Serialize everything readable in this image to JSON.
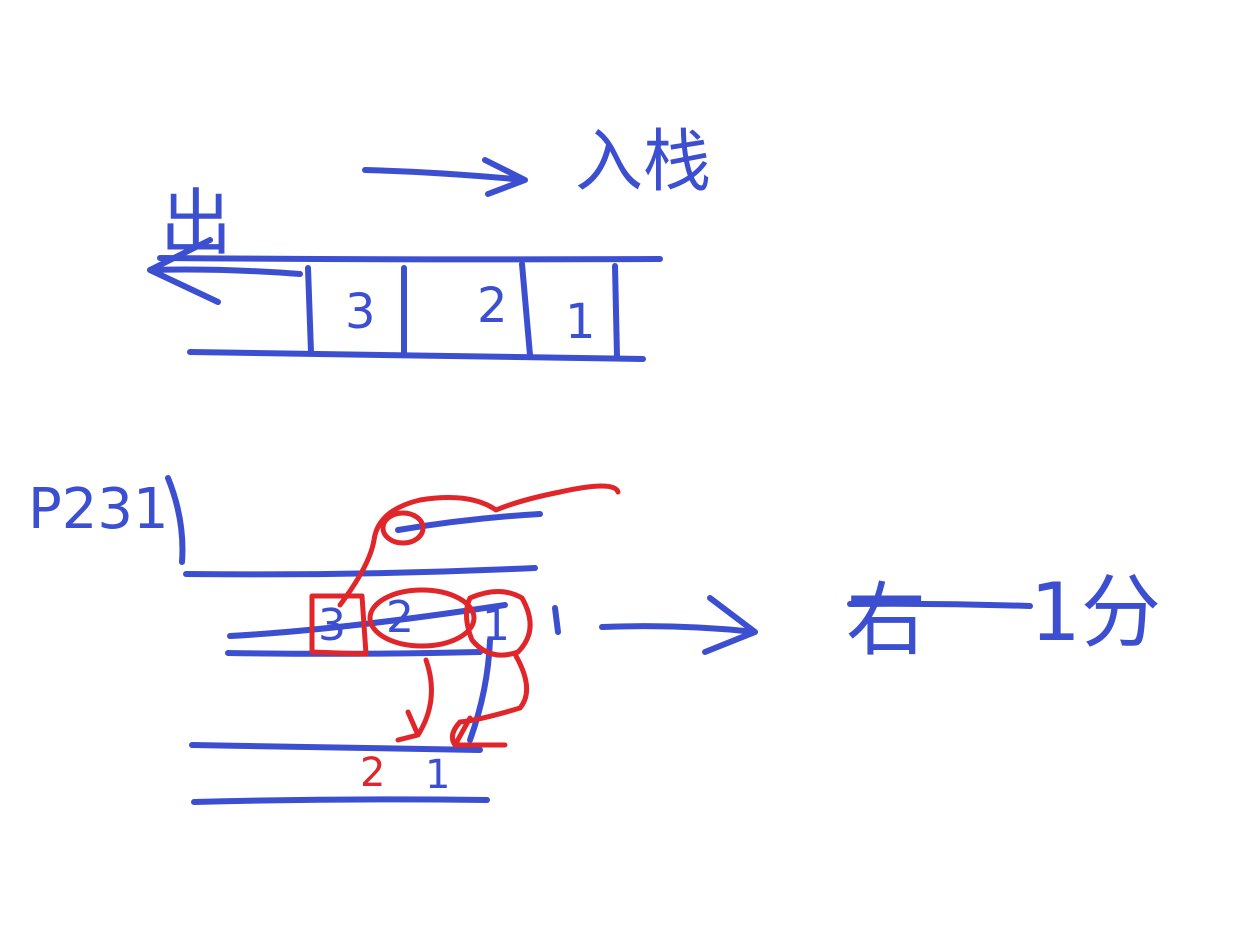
{
  "colors": {
    "background": "#ffffff",
    "blue_ink": "#3b4fd0",
    "red_ink": "#e0262a"
  },
  "top_stack": {
    "cells": [
      "3",
      "2",
      "1"
    ],
    "left_label": "出",
    "right_label": "入栈"
  },
  "bottom_stack": {
    "caption": "P231",
    "cells": [
      "3",
      "2",
      "1"
    ],
    "lower_cells": [
      "2",
      "1"
    ],
    "left_label": "右",
    "right_label": "1分"
  }
}
